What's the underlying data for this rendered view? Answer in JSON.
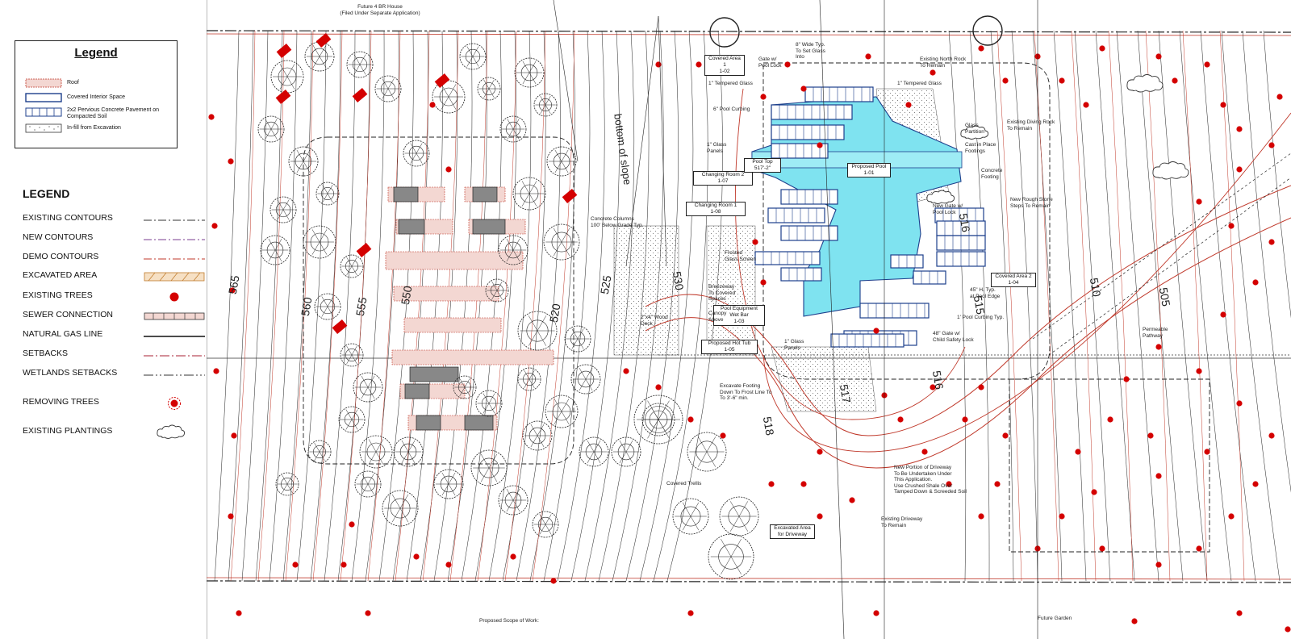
{
  "legend_box": {
    "title": "Legend",
    "items": [
      {
        "label": "Roof",
        "swatch": "roof"
      },
      {
        "label": "Covered Interior Space",
        "swatch": "covered"
      },
      {
        "label": "2x2 Pervious Concrete Pavement on Compacted Soil",
        "swatch": "pervious"
      },
      {
        "label": "In-fill from Excavation",
        "swatch": "infill"
      }
    ]
  },
  "main_legend": {
    "title": "LEGEND",
    "rows": [
      {
        "label": "EXISTING CONTOURS",
        "symbol": "existing-contour"
      },
      {
        "label": "NEW CONTOURS",
        "symbol": "new-contour"
      },
      {
        "label": "DEMO CONTOURS",
        "symbol": "demo-contour"
      },
      {
        "label": "EXCAVATED AREA",
        "symbol": "excavated"
      },
      {
        "label": "EXISTING TREES",
        "symbol": "tree-dot"
      },
      {
        "label": "SEWER CONNECTION",
        "symbol": "sewer"
      },
      {
        "label": "NATURAL GAS LINE",
        "symbol": "gas"
      },
      {
        "label": "SETBACKS",
        "symbol": "setback"
      },
      {
        "label": "WETLANDS SETBACKS",
        "symbol": "wetland"
      },
      {
        "label": "REMOVING TREES",
        "symbol": "removing-tree"
      },
      {
        "label": "EXISTING PLANTINGS",
        "symbol": "planting"
      }
    ]
  },
  "colors": {
    "tree_red": "#d40000",
    "contour_red": "#c0392b",
    "pool_cyan": "#7fe3f0",
    "pool_outline": "#1d3f8c",
    "dark_line": "#222222"
  },
  "label_boxes": {
    "covered_area_1": "Covered Area 1\n1-02",
    "changing_room_2": "Changing Room 2\n1-07",
    "changing_room_1": "Changing Room 1\n1-08",
    "pool_top": "Pool Top\n517'-2\"",
    "proposed_pool": "Proposed Pool\n1-01",
    "pool_equipment": "Pool Equipment\nWet Bar\n1-03",
    "proposed_hot_tub": "Proposed Hot Tub\n1-05",
    "covered_area_2": "Covered Area 2\n1-04",
    "excavated_area_driveway": "Excavated Area\nfor Driveway"
  },
  "notes": {
    "future_house": "Future 4 BR House\n(Filed Under Separate Application)",
    "glass_wide": "8\" Wide Typ.\nTo Set Glass\nInto",
    "gate_pool_lock": "Gate w/\nPool Lock",
    "existing_north_rock": "Existing North Rock\nTo Remain",
    "tempered_glass_left": "1\" Tempered Glass",
    "tempered_glass_right": "1\" Tempered Glass",
    "pool_curbing": "6\" Pool Curbing",
    "glass_panels": "1\" Glass\nPanels",
    "glass_partition": "Glass\nPartition",
    "cast_in_place": "Cast in Place\nFootings",
    "existing_diving_rock": "Existing Diving Rock\nTo Remain",
    "concrete_footing": "Concrete\nFooting",
    "new_gate_pool_lock": "New Gate w/\nPool Lock",
    "new_rough_stone": "New Rough Stone\nSteps To Remain",
    "concrete_columns": "Concrete Columns\n100' Below Grade Typ.",
    "frosted_glass": "Frosted\nGlass Screen",
    "breezeway": "Breezeway\nTo Covered\nSpaces",
    "canopy_above": "Canopy\nAbove",
    "wood_deck": "2\"x4\" Wood\nDeck",
    "h_typ_pool_edge": "45\" H. Typ.\nat Pool Edge",
    "pool_curbing_typ": "1' Pool Curbing Typ.",
    "gate_child_lock": "48\" Gate w/\nChild Safety Lock",
    "glass_panels_2": "1\" Glass\nPanels",
    "permeable_pathway": "Permeable\nPathway",
    "excavate_footing": "Excavate Footing\nDown To Frost Line To\nTo 3'-6\" min.",
    "new_driveway": "New Portion of Driveway\nTo Be Undertaken Under\nThis Application.\nUse Crushed Shale Over\nTamped Down & Screeded Soil",
    "covered_trellis": "Covered Trellis",
    "existing_driveway": "Existing Driveway\nTo Remain",
    "future_garden": "Future Garden",
    "proposed_scope": "Proposed Scope of Work:",
    "bottom_of_slope": "bottom of slope"
  },
  "contour_labels": [
    "565",
    "560",
    "555",
    "550",
    "530",
    "525",
    "520",
    "516",
    "518",
    "517",
    "516",
    "515",
    "510",
    "505"
  ]
}
